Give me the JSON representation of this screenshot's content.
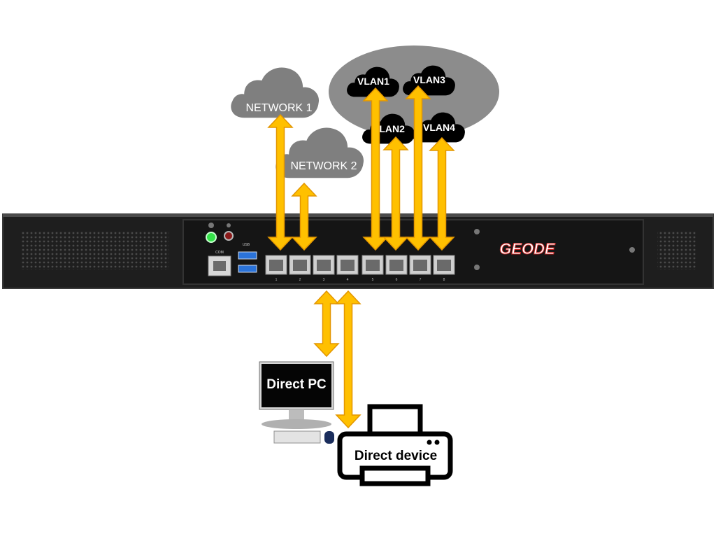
{
  "diagram": {
    "networks": [
      {
        "id": "network-1",
        "label": "NETWORK 1"
      },
      {
        "id": "network-2",
        "label": "NETWORK 2"
      }
    ],
    "vlans": [
      {
        "id": "vlan-1",
        "label": "VLAN1"
      },
      {
        "id": "vlan-2",
        "label": "VLAN2"
      },
      {
        "id": "vlan-3",
        "label": "VLAN3"
      },
      {
        "id": "vlan-4",
        "label": "VLAN4"
      }
    ],
    "appliance": {
      "brand": "GEODE",
      "com_label": "COM",
      "usb_label": "USB",
      "ports": [
        "1",
        "2",
        "3",
        "4",
        "5",
        "6",
        "7",
        "8"
      ]
    },
    "endpoints": {
      "direct_pc": "Direct PC",
      "direct_device": "Direct device"
    },
    "colors": {
      "arrow_fill": "#FFC000",
      "arrow_stroke": "#E39600",
      "network_cloud": "#7F7F7F",
      "vlan_cloud": "#000000",
      "vlan_group": "#8C8C8C",
      "chassis": "#1E1E1E",
      "power_led": "#35E24A",
      "brand_red": "#C8201E"
    },
    "icons": {
      "pc": "desktop-computer-icon",
      "printer": "printer-icon",
      "cloud": "cloud-icon"
    }
  }
}
